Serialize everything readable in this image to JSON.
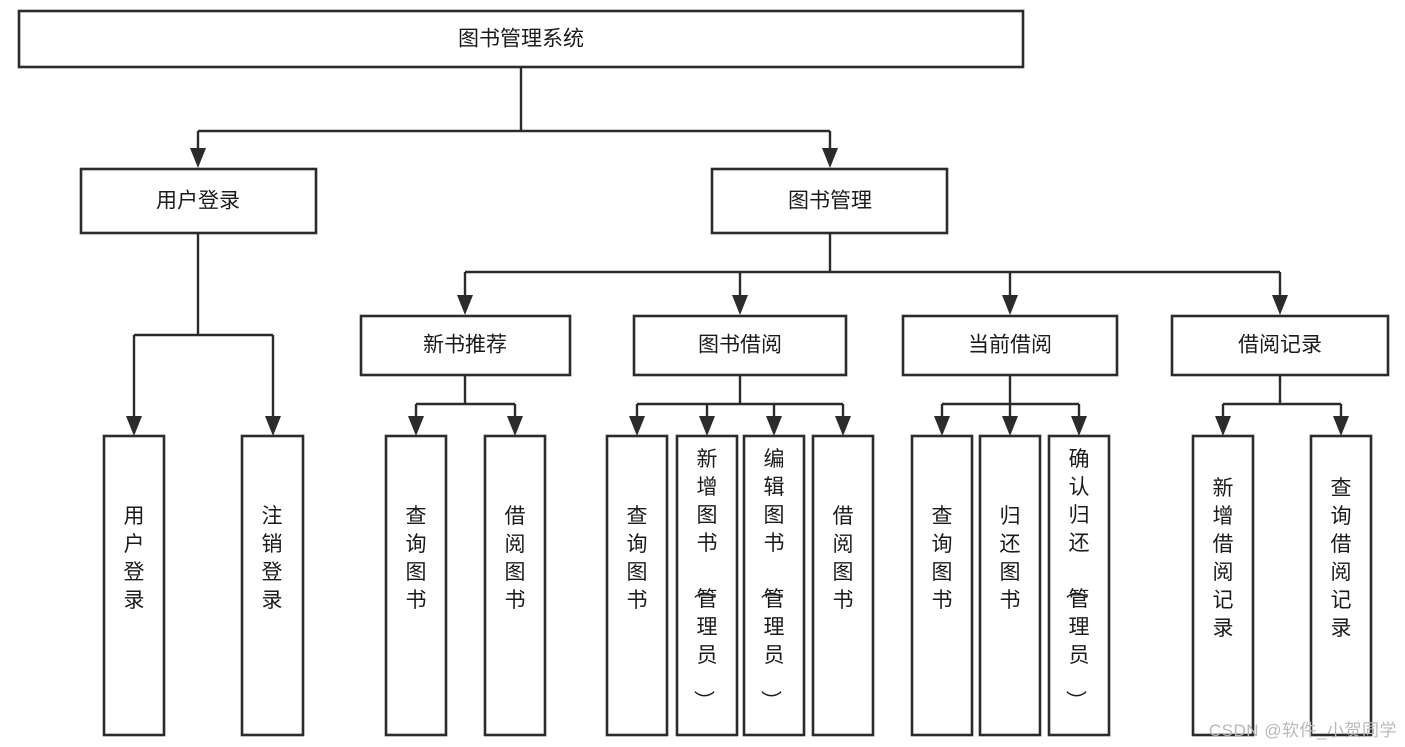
{
  "diagram": {
    "type": "tree-hierarchy",
    "title": "图书管理系统",
    "watermark": "CSDN @软件_小贺同学",
    "colors": {
      "stroke": "#2b2b2b",
      "fill": "#ffffff",
      "text": "#1b1b1b",
      "watermark": "#b9b9b9"
    },
    "levels": {
      "root": {
        "label": "图书管理系统"
      },
      "level2": [
        {
          "id": "user-login",
          "label": "用户登录"
        },
        {
          "id": "book-manage",
          "label": "图书管理"
        }
      ],
      "level3": [
        {
          "id": "new-book-recommend",
          "label": "新书推荐",
          "parent": "book-manage"
        },
        {
          "id": "book-borrow",
          "label": "图书借阅",
          "parent": "book-manage"
        },
        {
          "id": "current-borrow",
          "label": "当前借阅",
          "parent": "book-manage"
        },
        {
          "id": "borrow-record",
          "label": "借阅记录",
          "parent": "book-manage"
        }
      ],
      "leaves": [
        {
          "id": "leaf-user-login",
          "label": "用户登录",
          "parent": "user-login"
        },
        {
          "id": "leaf-logout",
          "label": "注销登录",
          "parent": "user-login"
        },
        {
          "id": "leaf-query-book-1",
          "label": "查询图书",
          "parent": "new-book-recommend"
        },
        {
          "id": "leaf-borrow-book-1",
          "label": "借阅图书",
          "parent": "new-book-recommend"
        },
        {
          "id": "leaf-query-book-2",
          "label": "查询图书",
          "parent": "book-borrow"
        },
        {
          "id": "leaf-add-book",
          "label": "新增图书（管理员）",
          "parent": "book-borrow"
        },
        {
          "id": "leaf-edit-book",
          "label": "编辑图书（管理员）",
          "parent": "book-borrow"
        },
        {
          "id": "leaf-borrow-book-2",
          "label": "借阅图书",
          "parent": "book-borrow"
        },
        {
          "id": "leaf-query-book-3",
          "label": "查询图书",
          "parent": "current-borrow"
        },
        {
          "id": "leaf-return-book",
          "label": "归还图书",
          "parent": "current-borrow"
        },
        {
          "id": "leaf-confirm-return",
          "label": "确认归还（管理员）",
          "parent": "current-borrow"
        },
        {
          "id": "leaf-add-record",
          "label": "新增借阅记录",
          "parent": "borrow-record"
        },
        {
          "id": "leaf-query-record",
          "label": "查询借阅记录",
          "parent": "borrow-record"
        }
      ]
    }
  }
}
